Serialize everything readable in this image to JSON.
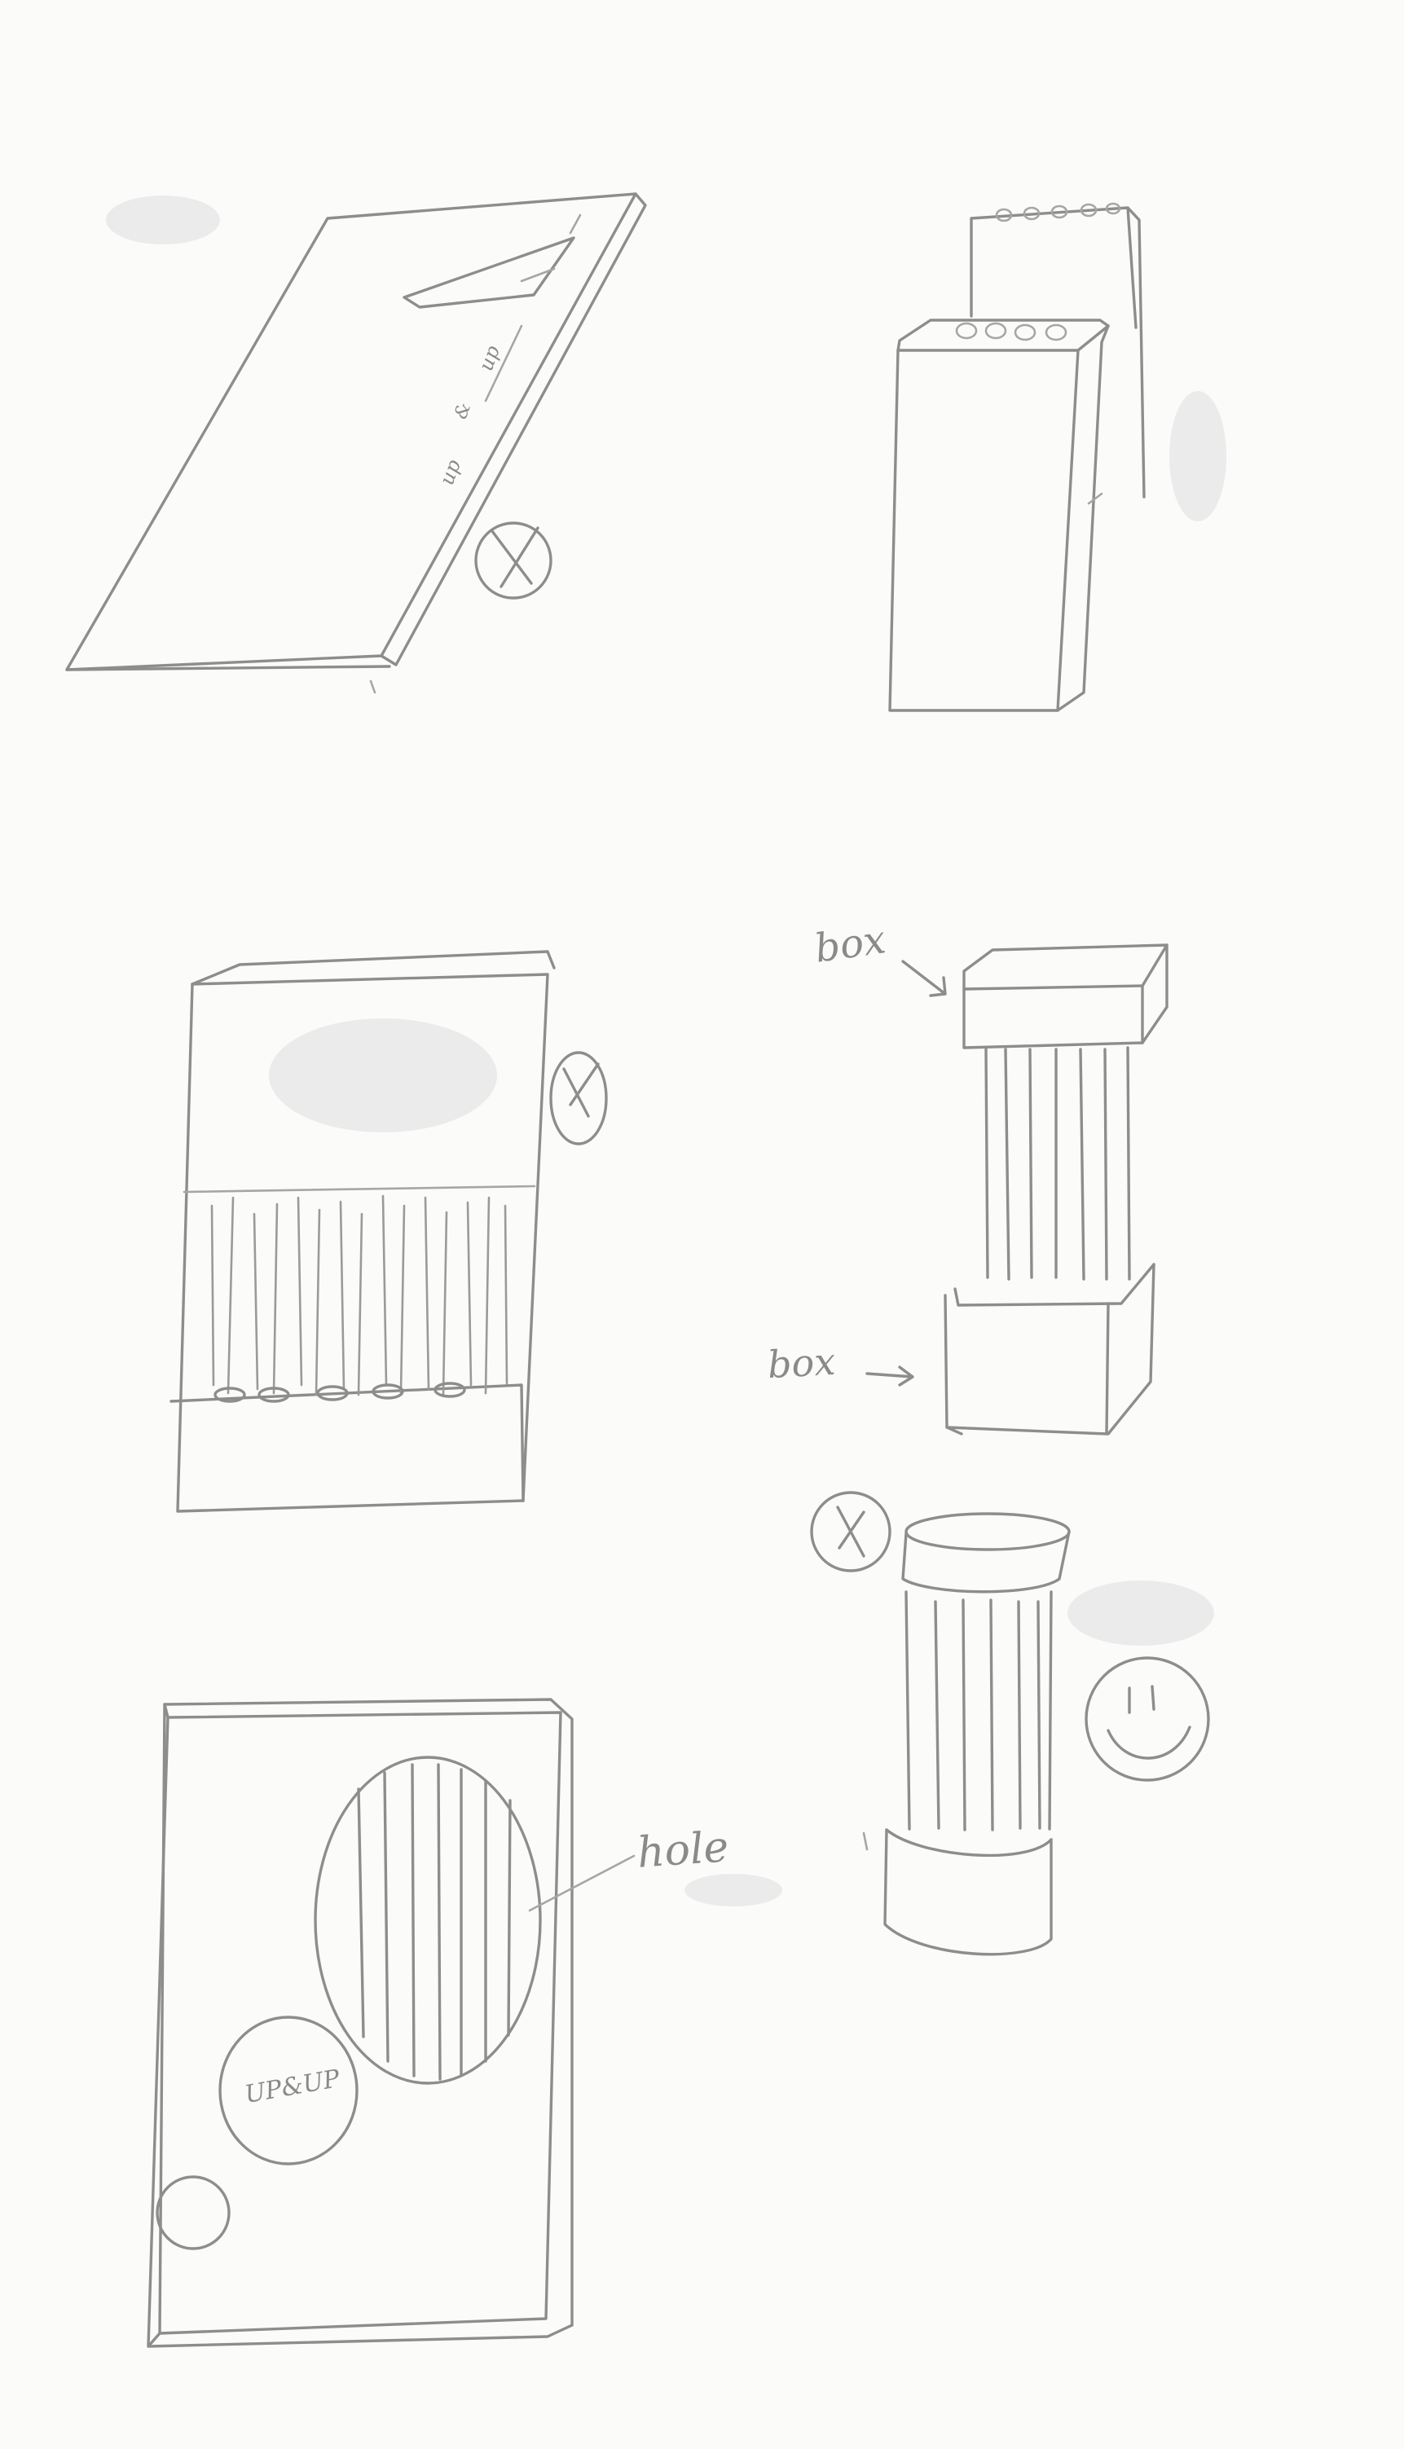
{
  "annotations": {
    "box_top": "box",
    "box_bottom": "box",
    "hole": "hole",
    "panel_up_1": "up",
    "panel_amp": "&",
    "panel_up_2": "up",
    "badge_upup": "UP&UP"
  },
  "colors": {
    "paper": "#fbfbfa",
    "pencil": "#8d8d8d"
  },
  "icons": {
    "reject_mark": "x-in-circle-icon",
    "approve_mark": "smiley-icon"
  }
}
